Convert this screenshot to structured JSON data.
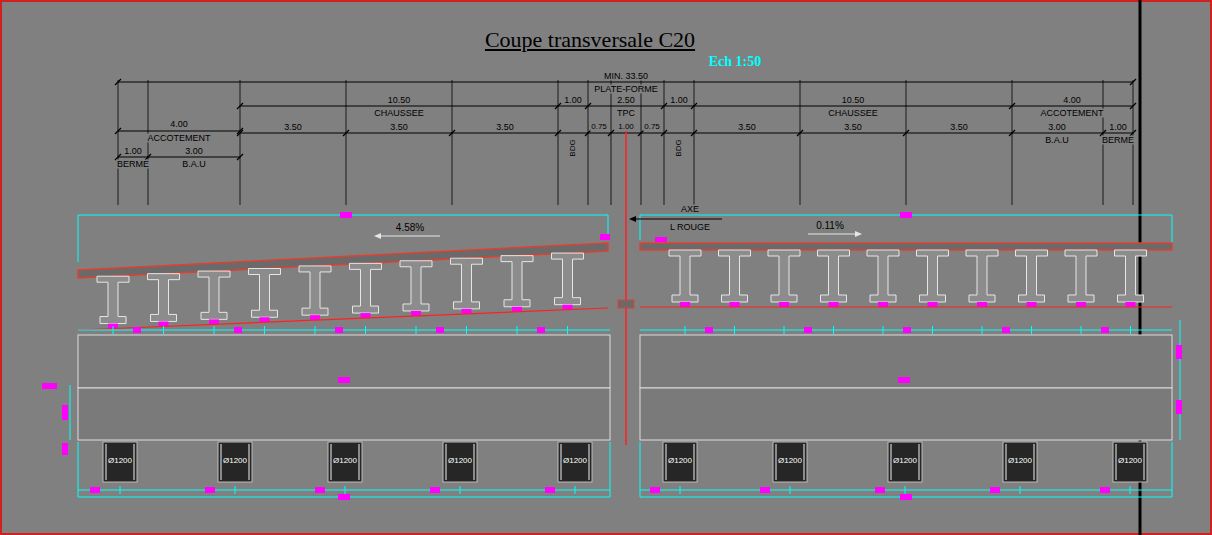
{
  "diagram": {
    "title": "Coupe transversale C20",
    "labels": [
      "Ech 1:50",
      "MIN. 33.50",
      "PLATE-FORME",
      "10.50",
      "CHAUSSEE",
      "1.00",
      "2.50",
      "TPC",
      "1.00",
      "10.50",
      "CHAUSSEE",
      "4.00",
      "ACCOTEMENT",
      "4.00",
      "ACCOTEMENT",
      "3.00",
      "B.A.U",
      "1.00",
      "BERME",
      "3.50",
      "3.50",
      "3.50",
      "BDG",
      "0.75",
      "1.00",
      "0.75",
      "BDG",
      "3.50",
      "3.50",
      "3.50",
      "3.00",
      "B.A.U",
      "1.00",
      "BERME",
      "4.58%",
      "AXE",
      "L ROUGE",
      "0.11%",
      "Ø1200",
      "Ø1200",
      "Ø1200",
      "Ø1200",
      "Ø1200",
      "Ø1200",
      "Ø1200",
      "Ø1200",
      "Ø1200",
      "Ø1200"
    ]
  }
}
